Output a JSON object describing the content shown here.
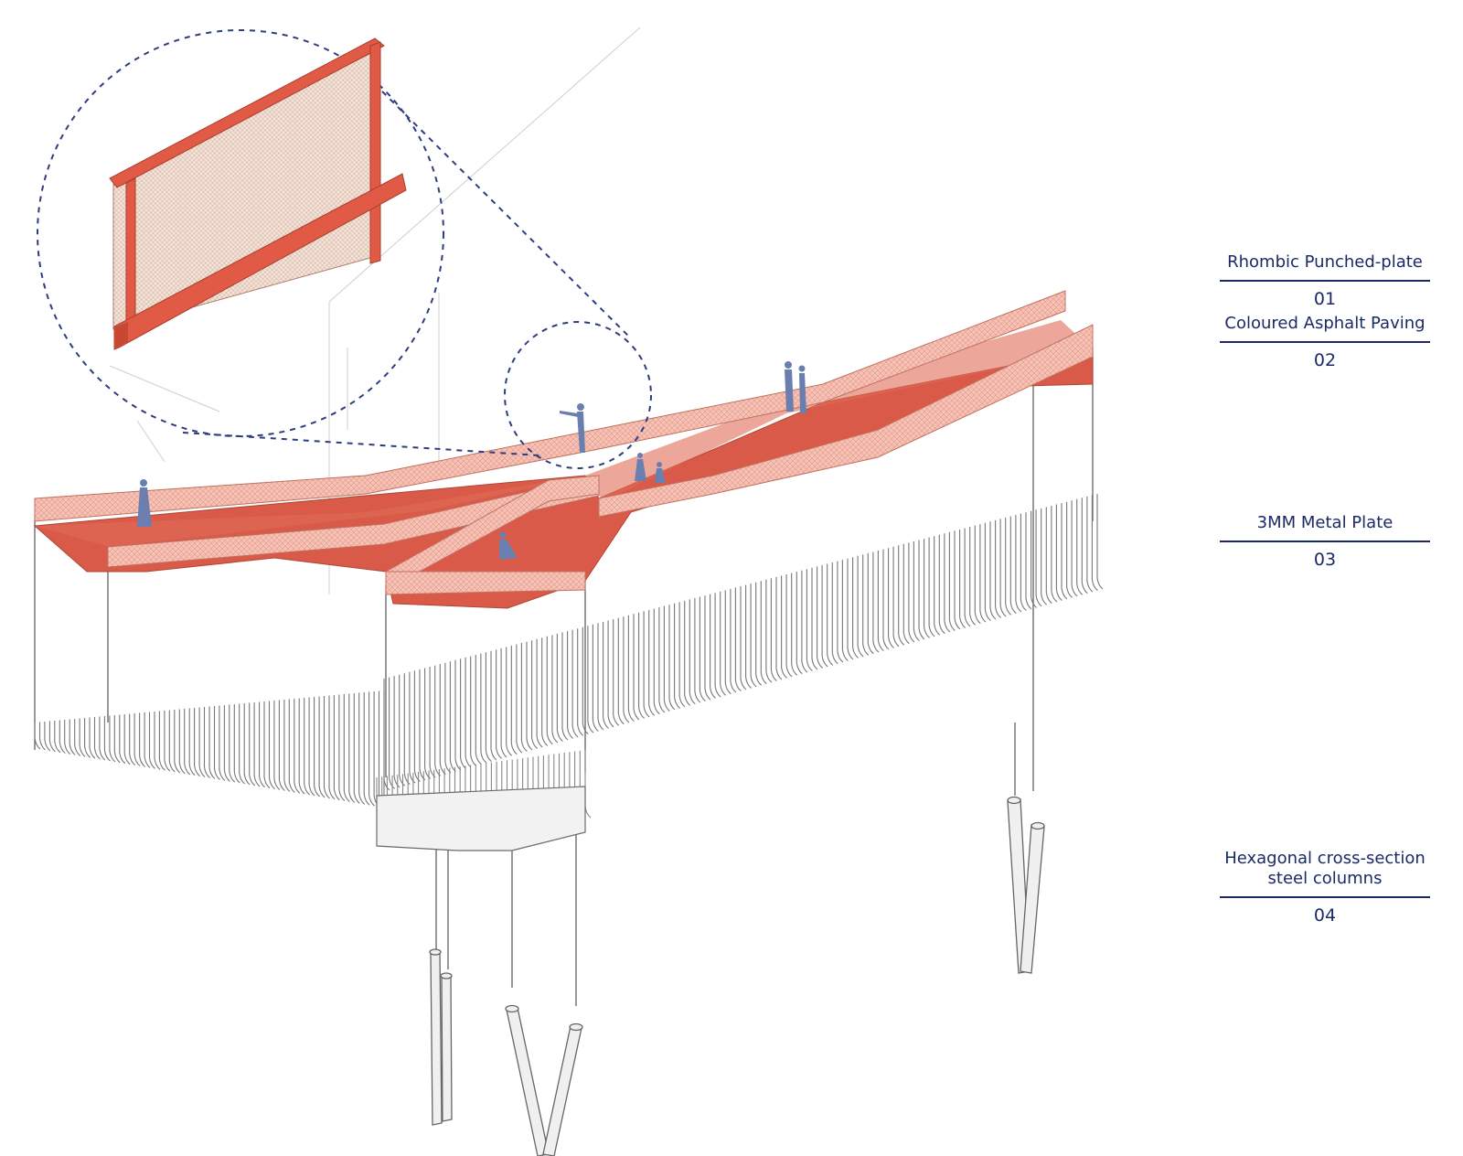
{
  "diagram": {
    "accent_color": "#d95a48",
    "panel_color": "#f3b7aa",
    "figure_color": "#6a7fb0",
    "structure_color": "#8a8a8a",
    "leader_color": "#2d3d80"
  },
  "legend": [
    {
      "label": "Rhombic Punched-plate",
      "number": "01"
    },
    {
      "label": "Coloured Asphalt Paving",
      "number": "02"
    },
    {
      "label": "3MM Metal Plate",
      "number": "03"
    },
    {
      "label": "Hexagonal cross-section\nsteel columns",
      "number": "04"
    }
  ]
}
